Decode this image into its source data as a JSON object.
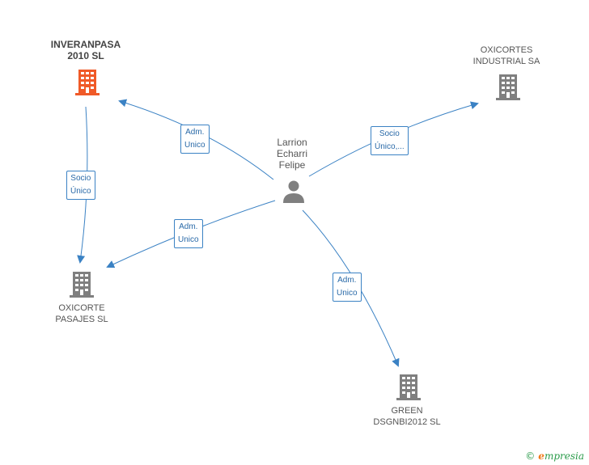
{
  "colors": {
    "edge": "#3b82c4",
    "building": "#7f7f7f",
    "building_highlight": "#f05a28",
    "person": "#7f7f7f"
  },
  "nodes": {
    "inveranpasa": {
      "line1": "INVERANPASA",
      "line2": "2010 SL",
      "icon": "building-icon"
    },
    "oxicortes_industrial": {
      "line1": "OXICORTES",
      "line2": "INDUSTRIAL SA",
      "icon": "building-icon"
    },
    "person": {
      "line1": "Larrion",
      "line2": "Echarri",
      "line3": "Felipe",
      "icon": "person-icon"
    },
    "oxicorte_pasajes": {
      "line1": "OXICORTE",
      "line2": "PASAJES SL",
      "icon": "building-icon"
    },
    "green": {
      "line1": "GREEN",
      "line2": "DSGNBI2012 SL",
      "icon": "building-icon"
    }
  },
  "edges": {
    "e1": {
      "line1": "Adm.",
      "line2": "Unico"
    },
    "e2": {
      "line1": "Socio",
      "line2": "Único,..."
    },
    "e3": {
      "line1": "Socio",
      "line2": "Único"
    },
    "e4": {
      "line1": "Adm.",
      "line2": "Unico"
    },
    "e5": {
      "line1": "Adm.",
      "line2": "Unico"
    }
  },
  "footer": {
    "copyright": "©",
    "brand_e": "e",
    "brand_rest": "mpresia"
  }
}
